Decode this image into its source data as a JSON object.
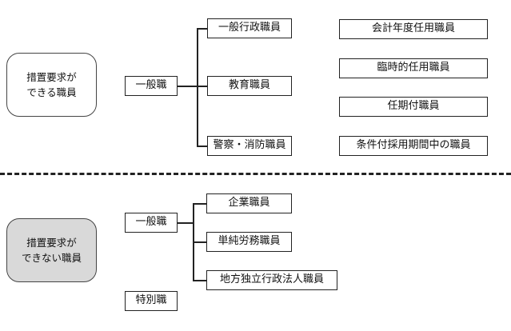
{
  "top": {
    "category": "措置要求が\nできる職員",
    "main_label": "一般職",
    "branches": [
      "一般行政職員",
      "教育職員",
      "警察・消防職員"
    ],
    "types": [
      "会計年度任用職員",
      "臨時的任用職員",
      "任期付職員",
      "条件付採用期間中の職員"
    ]
  },
  "bottom": {
    "category": "措置要求が\nできない職員",
    "main_label": "一般職",
    "branches": [
      "企業職員",
      "単純労務職員",
      "地方独立行政法人職員"
    ],
    "special_label": "特別職"
  }
}
